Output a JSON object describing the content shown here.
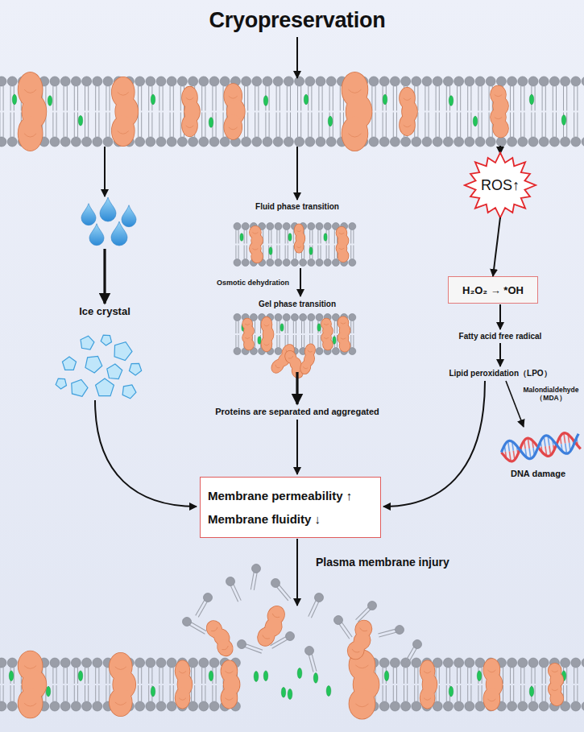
{
  "diagram": {
    "title": "Cryopreservation",
    "nodes": [
      {
        "text": [
          "ROS↑"
        ]
      },
      {
        "text": [
          "H₂O₂ → *OH"
        ]
      },
      {
        "text": [
          "Membrane permeability ↑",
          "Membrane fluidity ↓"
        ]
      }
    ],
    "edges": [
      {
        "from": 0,
        "to": 1,
        "arrow": "to"
      }
    ],
    "labels": [
      "Fluid phase transition",
      "Osmotic dehydration",
      "Gel phase transition",
      "Ice crystal",
      "Proteins are separated and aggregated",
      "Fatty acid free radical",
      "Lipid peroxidation（LPO）",
      "Malondialdehyde（MDA）",
      "DNA damage",
      "Plasma membrane injury"
    ]
  }
}
